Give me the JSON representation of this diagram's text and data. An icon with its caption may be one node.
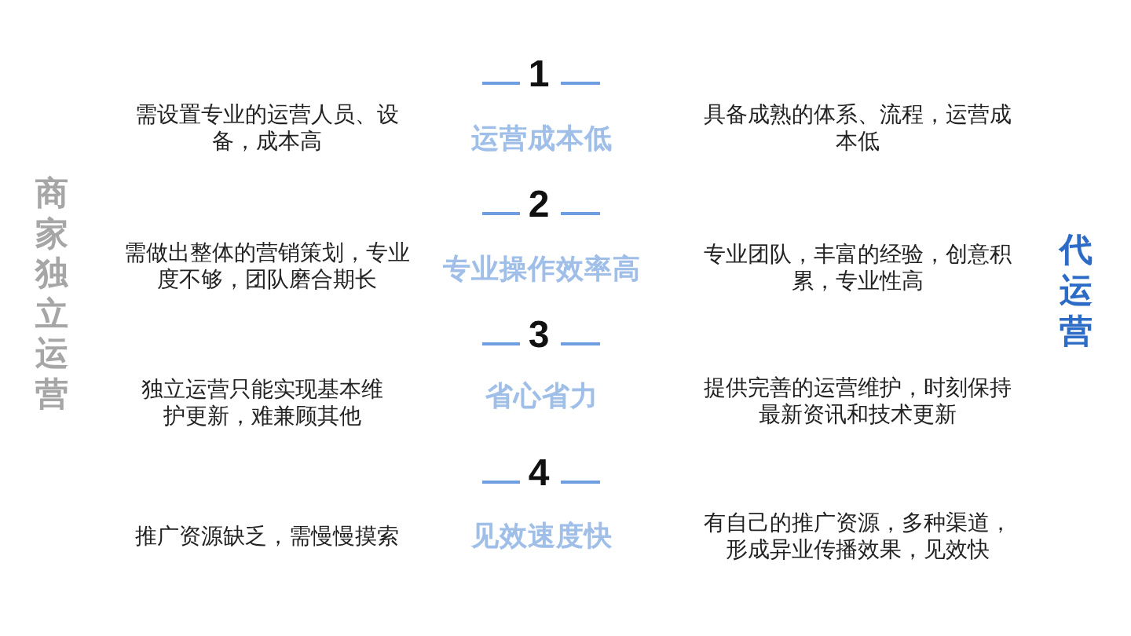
{
  "diagram": {
    "labels": [
      "商家独立运营",
      "1",
      "需设置专业的运营人员、设备，成本高",
      "运营成本低",
      "具备成熟的体系、流程，运营成本低",
      "2",
      "需做出整体的营销策划，专业度不够，团队磨合期长",
      "专业操作效率高",
      "专业团队，丰富的经验，创意积累，专业性高",
      "3",
      "独立运营只能实现基本维护更新，难兼顾其他",
      "省心省力",
      "提供完善的运营维护，时刻保持最新资讯和技术更新",
      "4",
      "推广资源缺乏，需慢慢摸索",
      "见效速度快",
      "有自己的推广资源，多种渠道，形成异业传播效果，见效快",
      "代运营"
    ]
  }
}
